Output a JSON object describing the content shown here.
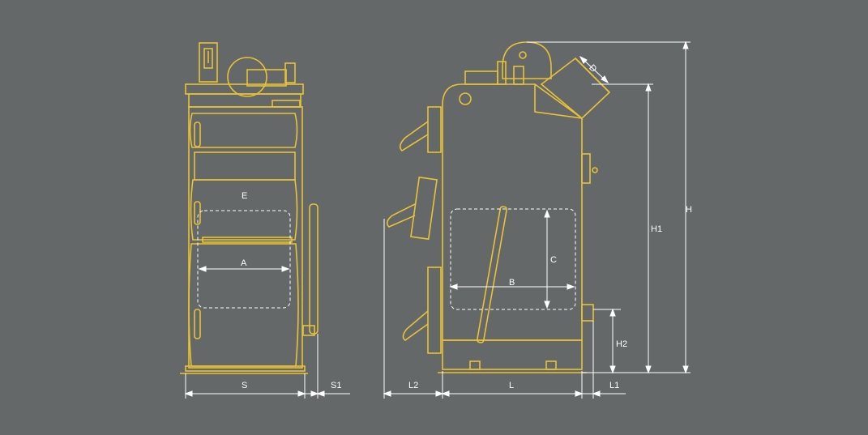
{
  "colors": {
    "background": "#646869",
    "outline": "#e9c235",
    "dimension": "#ffffff",
    "dashed_frame": "#ffffff"
  },
  "front_view": {
    "labels": {
      "E": "E",
      "A": "A",
      "S": "S",
      "S1": "S1"
    }
  },
  "side_view": {
    "labels": {
      "D": "D",
      "C": "C",
      "B": "B",
      "H": "H",
      "H1": "H1",
      "H2": "H2",
      "L2": "L2",
      "L": "L",
      "L1": "L1"
    }
  }
}
